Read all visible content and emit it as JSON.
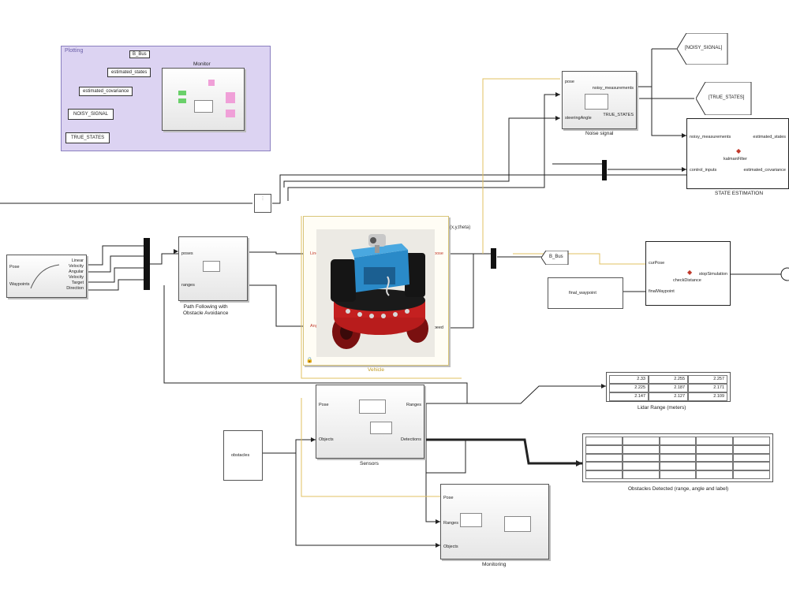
{
  "plotting": {
    "title": "Plotting",
    "monitor_caption": "Monitor",
    "from_tags": [
      "B_Bus",
      "estimated_states",
      "estimated_covariance",
      "NOISY_SIGNAL",
      "TRUE_STATES"
    ]
  },
  "waypoint_block": {
    "in_ports": [
      "Pose",
      "Waypoints"
    ],
    "out_ports": [
      "Linear",
      "Velocity",
      "Angular",
      "Velocity",
      "Target",
      "Direction"
    ]
  },
  "path_following": {
    "caption_line1": "Path Following with",
    "caption_line2": "Obstacle Avoidance",
    "in_ports": [
      "poses",
      "ranges"
    ]
  },
  "vehicle": {
    "caption": "Vehicle",
    "in_ports": [
      "LinearVel",
      "AngVel"
    ],
    "out_ports": [
      "pose",
      "speed"
    ],
    "xytheta_label": "(x,y,theta)"
  },
  "noise": {
    "caption": "Noise signal",
    "in_ports": [
      "pose",
      "steeringAngle"
    ],
    "out_ports": [
      "noisy_measurements",
      "TRUE_STATES"
    ]
  },
  "goto_tags": {
    "noisy": "[NOISY_SIGNAL]",
    "true_states": "[TRUE_STATES]",
    "bbus": "B_Bus"
  },
  "state_estimation": {
    "caption": "STATE ESTIMATION",
    "in_ports": [
      "noisy_measurements",
      "control_inputs"
    ],
    "out_ports": [
      "estimated_states",
      "estimated_covariance"
    ],
    "center": "kalmanFilter"
  },
  "final_waypoint": {
    "label": "final_waypoint"
  },
  "check_distance": {
    "in_ports": [
      "curPose",
      "finalWaypoint"
    ],
    "center": "checkDistance",
    "out_port": "stopSimulation"
  },
  "sensors": {
    "caption": "Sensors",
    "in_ports": [
      "Pose",
      "Objects"
    ],
    "out_ports": [
      "Ranges",
      "Detections"
    ]
  },
  "obstacles": {
    "label": "obstacles"
  },
  "lidar": {
    "caption": "Lidar Range (meters)",
    "rows": [
      [
        "2.33",
        "2.255",
        "2.257"
      ],
      [
        "2.225",
        "2.187",
        "2.171"
      ],
      [
        "2.147",
        "2.127",
        "2.109"
      ]
    ]
  },
  "obstacles_table": {
    "caption": "Obstacles Detected (range, angle and label)"
  },
  "monitoring": {
    "caption": "Monitoring",
    "in_ports": [
      "Pose",
      "Ranges",
      "Objects"
    ]
  },
  "colors": {
    "line": "#222222",
    "bus": "#e0c060",
    "annotation": "#dcd3f2",
    "accent": "#c0392b"
  }
}
